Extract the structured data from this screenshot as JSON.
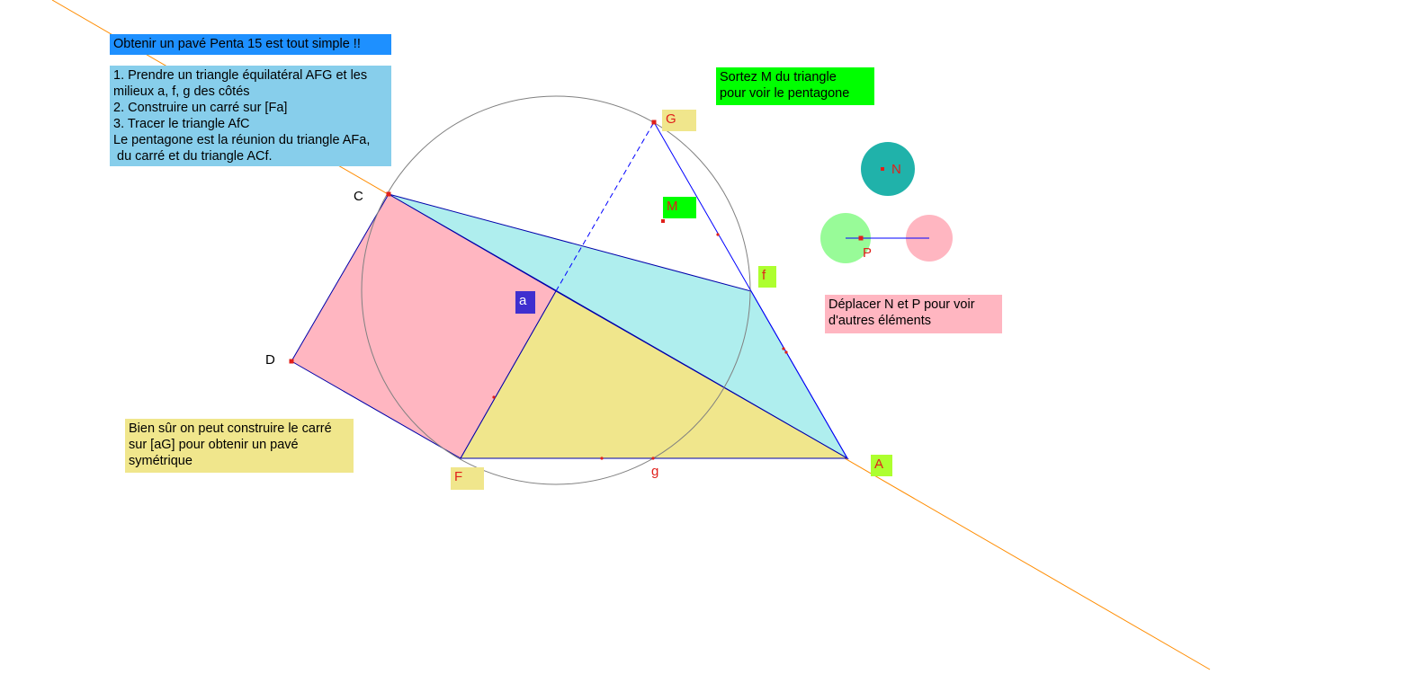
{
  "title": "Obtenir un pavé Penta 15 est tout simple !!",
  "instructions": [
    "1. Prendre un triangle équilatéral AFG et les",
    "milieux a, f, g des côtés",
    "2. Construire un carré sur [Fa]",
    "3. Tracer le triangle AfC",
    "Le pentagone est la réunion du triangle AFa,",
    " du carré et du triangle ACf."
  ],
  "hint_move_m": [
    "Sortez M du triangle",
    "pour voir le pentagone"
  ],
  "hint_move_np": [
    "Déplacer N et P pour voir",
    "d'autres éléments"
  ],
  "note_symmetric": [
    "Bien sûr on peut construire le carré",
    "sur [aG] pour obtenir un pavé",
    "symétrique"
  ],
  "points": {
    "A": "A",
    "F": "F",
    "G": "G",
    "C": "C",
    "D": "D",
    "a": "a",
    "f": "f",
    "g": "g",
    "M": "M",
    "N": "N",
    "P": "P"
  },
  "colors": {
    "title_bg": "#1e90ff",
    "instructions_bg": "#87ceeb",
    "hint_m_bg": "#00ff00",
    "hint_np_bg": "#ffb6c1",
    "note_bg": "#f0e68c",
    "square_fill": "#ffb6c1",
    "triangle_afa_fill": "#f0e68c",
    "triangle_acf_fill": "#afeeee",
    "label_a_bg": "#3f2fcf",
    "line_orange": "#ff8c00",
    "line_blue": "#0000ff",
    "circle_gray": "#808080",
    "point_red": "#e0201b",
    "circle_n_fill": "#20b2aa",
    "circle_p_fill": "#98fb98",
    "circle_pink_fill": "#ffb6c1",
    "label_green_bg": "#adff2f"
  }
}
